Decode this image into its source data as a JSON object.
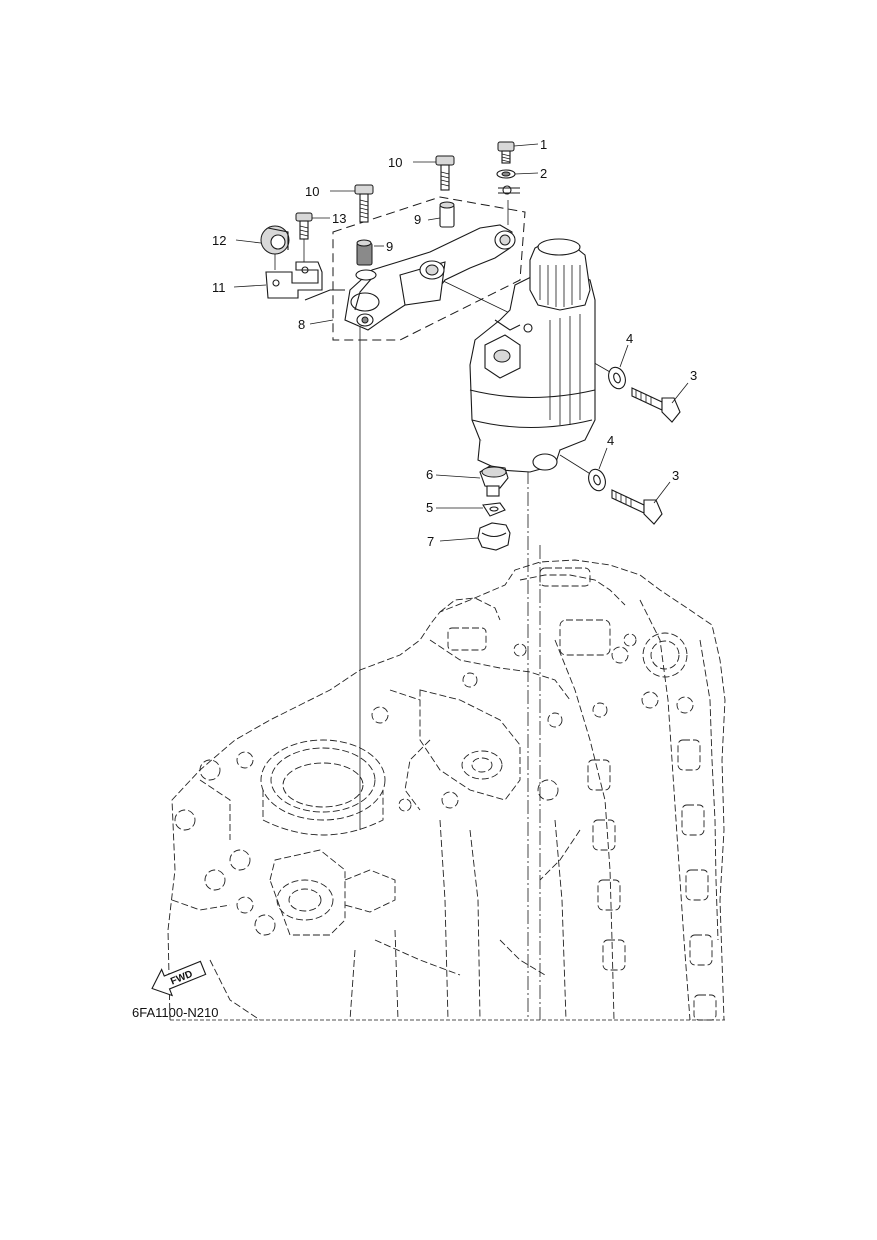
{
  "diagram": {
    "code": "6FA1100-N210",
    "fwd_label": "FWD",
    "callouts": [
      {
        "id": "c1",
        "text": "1"
      },
      {
        "id": "c2",
        "text": "2"
      },
      {
        "id": "c3a",
        "text": "3"
      },
      {
        "id": "c3b",
        "text": "3"
      },
      {
        "id": "c4a",
        "text": "4"
      },
      {
        "id": "c4b",
        "text": "4"
      },
      {
        "id": "c5",
        "text": "5"
      },
      {
        "id": "c6",
        "text": "6"
      },
      {
        "id": "c7",
        "text": "7"
      },
      {
        "id": "c8",
        "text": "8"
      },
      {
        "id": "c9a",
        "text": "9"
      },
      {
        "id": "c9b",
        "text": "9"
      },
      {
        "id": "c10a",
        "text": "10"
      },
      {
        "id": "c10b",
        "text": "10"
      },
      {
        "id": "c11",
        "text": "11"
      },
      {
        "id": "c12",
        "text": "12"
      },
      {
        "id": "c13",
        "text": "13"
      }
    ]
  }
}
